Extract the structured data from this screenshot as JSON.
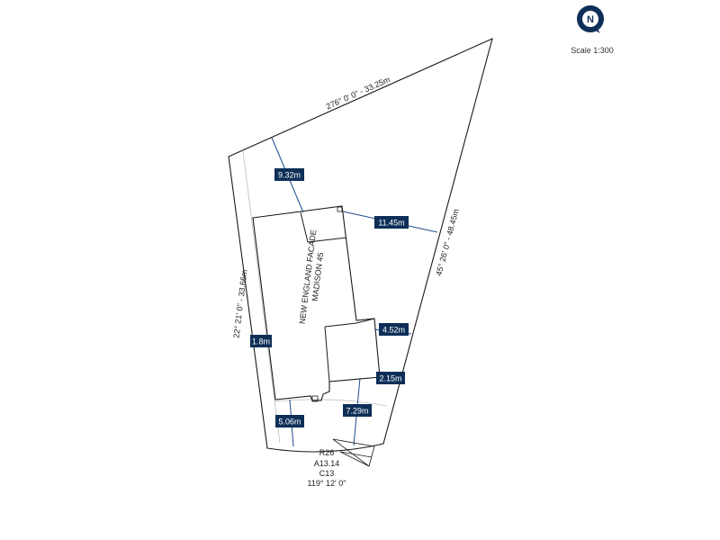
{
  "north": {
    "icon": "north-arrow-icon",
    "letter": "N",
    "color": "#0e2f57"
  },
  "scale_label": "Scale 1:300",
  "colors": {
    "tag": "#0e2f57",
    "line": "#1a1a1a",
    "measure": "#1f4b8c"
  },
  "boundaries": {
    "north": "276° 0' 0\" - 33.25m",
    "east": "45° 26' 0\" - 48.45m",
    "west": "22° 21' 0\" - 33.66m"
  },
  "building": {
    "line1": "NEW ENGLAND FACADE",
    "line2": "MADISON 45"
  },
  "setbacks": {
    "north": "9.32m",
    "northeast": "11.45m",
    "east": "4.52m",
    "southeast": "2.15m",
    "west": "1.8m",
    "south_west": "5.06m",
    "south_east": "7.29m"
  },
  "arc": {
    "radius": "R26",
    "arc_length": "A13.14",
    "chord": "C13",
    "bearing": "119° 12' 0\""
  }
}
